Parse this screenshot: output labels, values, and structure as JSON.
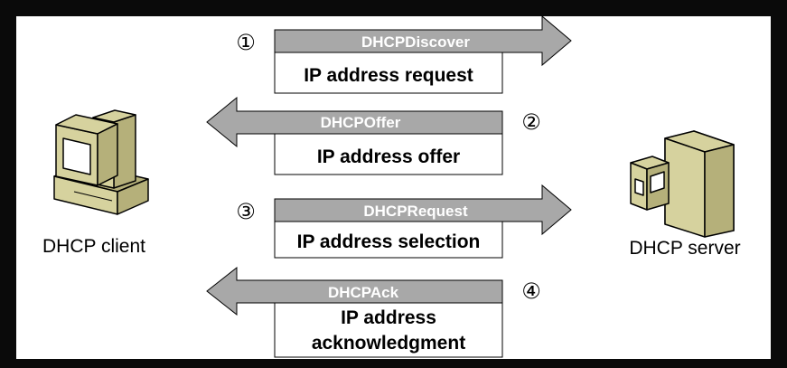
{
  "diagram": {
    "client_label": "DHCP client",
    "server_label": "DHCP server",
    "steps": [
      {
        "number": "①",
        "message": "DHCPDiscover",
        "description_lines": [
          "IP address request"
        ],
        "direction": "to-server"
      },
      {
        "number": "②",
        "message": "DHCPOffer",
        "description_lines": [
          "IP address offer"
        ],
        "direction": "to-client"
      },
      {
        "number": "③",
        "message": "DHCPRequest",
        "description_lines": [
          "IP address selection"
        ],
        "direction": "to-server"
      },
      {
        "number": "④",
        "message": "DHCPAck",
        "description_lines": [
          "IP address",
          "acknowledgment"
        ],
        "direction": "to-client"
      }
    ]
  },
  "colors": {
    "frame": "#0a0a0a",
    "panel": "#ffffff",
    "arrow_fill": "#a8a8a8",
    "arrow_text": "#ffffff",
    "computer_fill": "#d6d29e",
    "computer_dark": "#b5b07a",
    "outline": "#000000"
  }
}
